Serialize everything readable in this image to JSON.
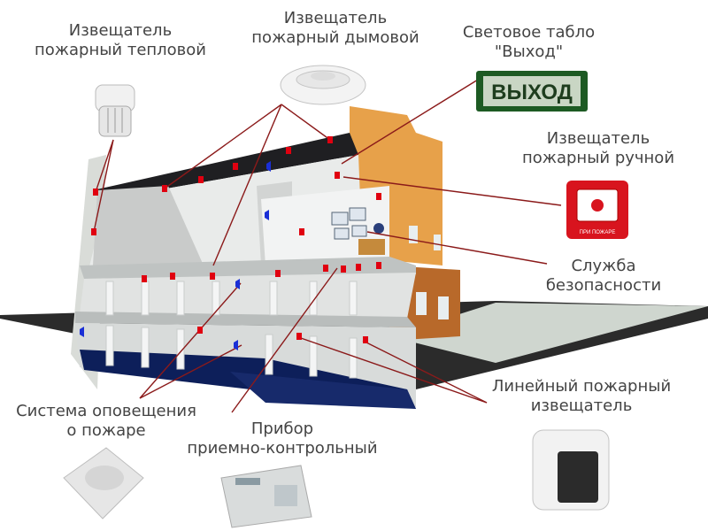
{
  "labels": {
    "heat_detector": [
      "Извещатель",
      "пожарный тепловой"
    ],
    "smoke_detector": [
      "Извещатель",
      "пожарный дымовой"
    ],
    "exit_sign": [
      "Световое табло",
      "\"Выход\""
    ],
    "manual_call_point": [
      "Извещатель",
      "пожарный ручной"
    ],
    "security_service": [
      "Служба",
      "безопасности"
    ],
    "linear_detector": [
      "Линейный пожарный",
      "извещатель"
    ],
    "alarm_system": [
      "Система оповещения",
      "о пожаре"
    ],
    "control_panel": [
      "Прибор",
      "приемно-контрольный"
    ]
  },
  "exit_sign_text": "ВЫХОД",
  "manual_call_point_text": "ПРИ ПОЖАРЕ",
  "colors": {
    "leader_line": "#8b1a1a",
    "detector_red": "#e00010",
    "siren_blue": "#1a2fd6",
    "facade_orange": "#e7a14a",
    "floor_navy": "#0d1f5a",
    "exit_green": "#2f7b34",
    "ground": "#2b2b2b"
  }
}
